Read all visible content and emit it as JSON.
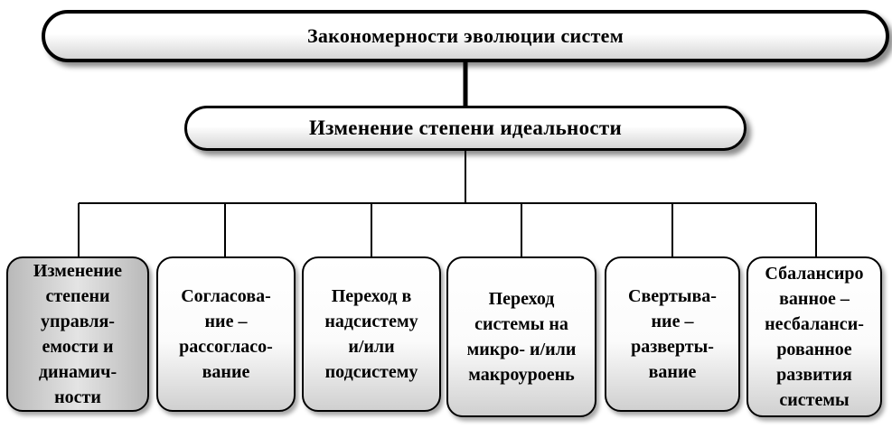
{
  "diagram": {
    "title": "Закономерности эволюции систем",
    "subtitle": "Изменение степени идеальности",
    "items": [
      {
        "lines": [
          "Изменение",
          "степени",
          "управля-",
          "емости и",
          "динамич-",
          "ности"
        ]
      },
      {
        "lines": [
          "Согласова-",
          "ние –",
          "рассогласо-",
          "вание"
        ]
      },
      {
        "lines": [
          "Переход в",
          "надсистему",
          "и/или",
          "подсистему"
        ]
      },
      {
        "lines": [
          "Переход",
          "системы на",
          "микро- и/или",
          "макроуроень"
        ]
      },
      {
        "lines": [
          "Свертыва-",
          "ние –",
          "разверты-",
          "вание"
        ]
      },
      {
        "lines": [
          "Сбалансиро",
          "ванное –",
          "несбаланси-",
          "рованное",
          "развития",
          "системы"
        ]
      }
    ]
  },
  "colors": {
    "border": "#000000",
    "highlighted_fill": "#c8c8c8",
    "box_fill": "#ffffff"
  }
}
